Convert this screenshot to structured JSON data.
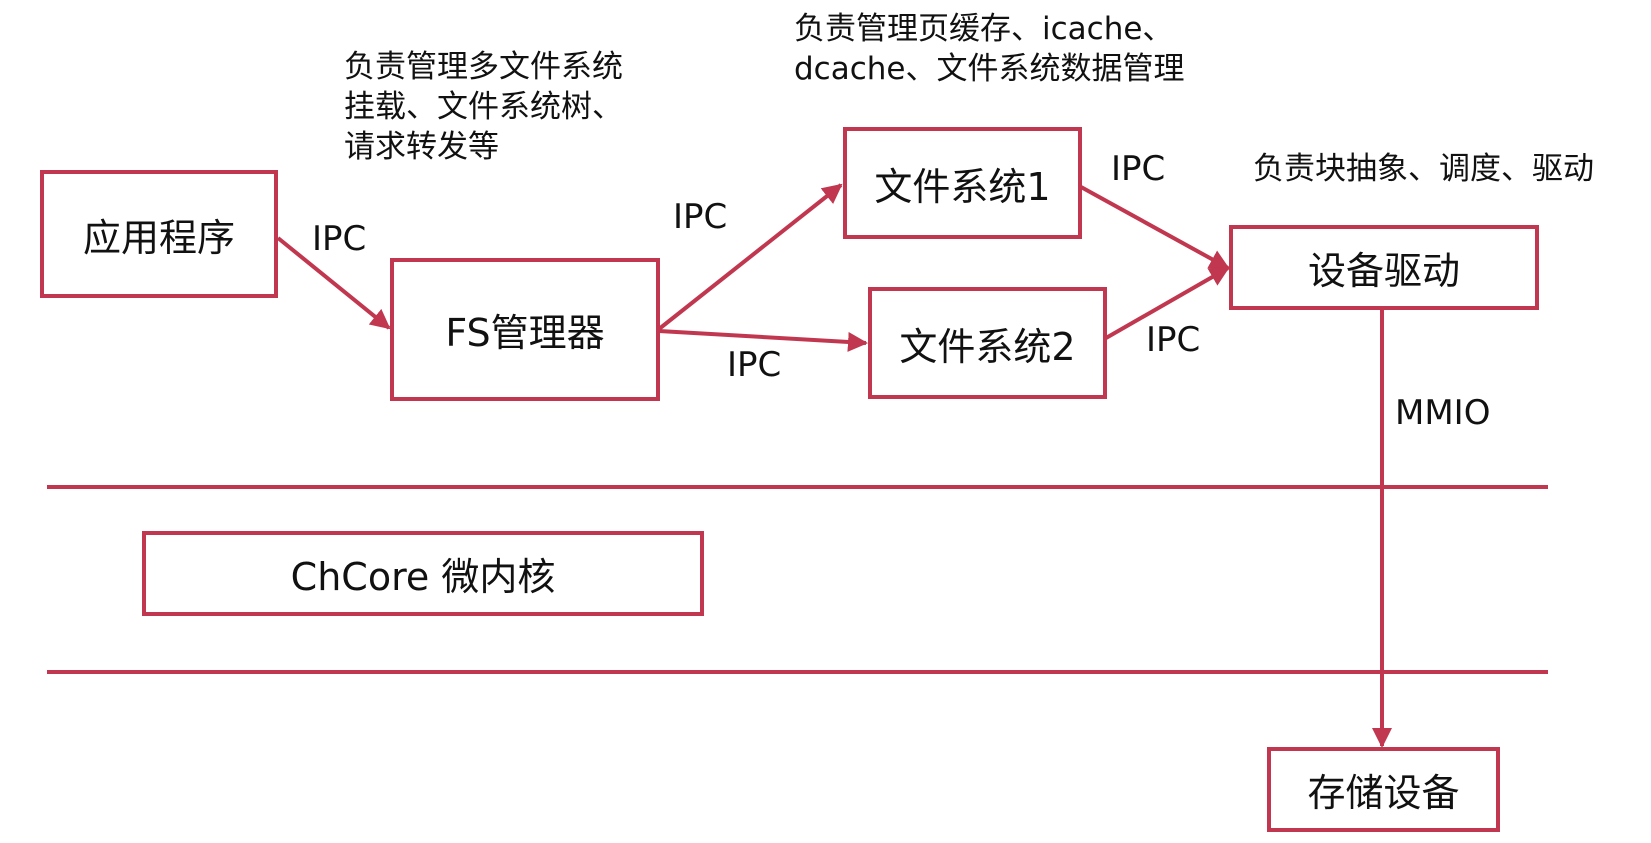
{
  "colors": {
    "accent": "#c0374f",
    "text": "#111111",
    "background": "#ffffff"
  },
  "nodes": {
    "app": "应用程序",
    "fs_manager": "FS管理器",
    "fs1": "文件系统1",
    "fs2": "文件系统2",
    "device_driver": "设备驱动",
    "microkernel": "ChCore 微内核",
    "storage_device": "存储设备"
  },
  "edges": {
    "app_to_fsmgr": "IPC",
    "fsmgr_to_fs1": "IPC",
    "fsmgr_to_fs2": "IPC",
    "fs1_to_driver": "IPC",
    "fs2_to_driver": "IPC",
    "driver_to_storage": "MMIO"
  },
  "notes": {
    "fs_manager": [
      "负责管理多文件系统",
      "挂载、文件系统树、",
      "请求转发等"
    ],
    "fs": [
      "负责管理页缓存、icache、",
      "dcache、文件系统数据管理"
    ],
    "driver": [
      "负责块抽象、调度、驱动"
    ]
  }
}
